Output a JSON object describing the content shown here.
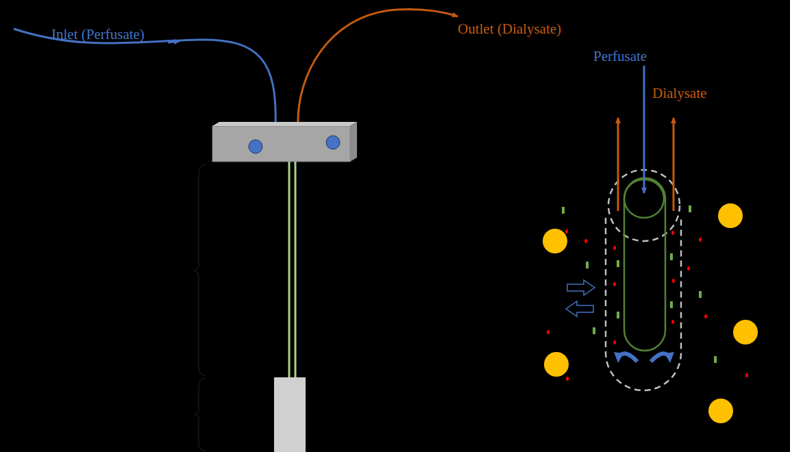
{
  "diagram": {
    "labels": [
      "Inlet (Perfusate)",
      "Outlet (Dialysate)",
      "Perfusate",
      "Dialysate"
    ]
  }
}
